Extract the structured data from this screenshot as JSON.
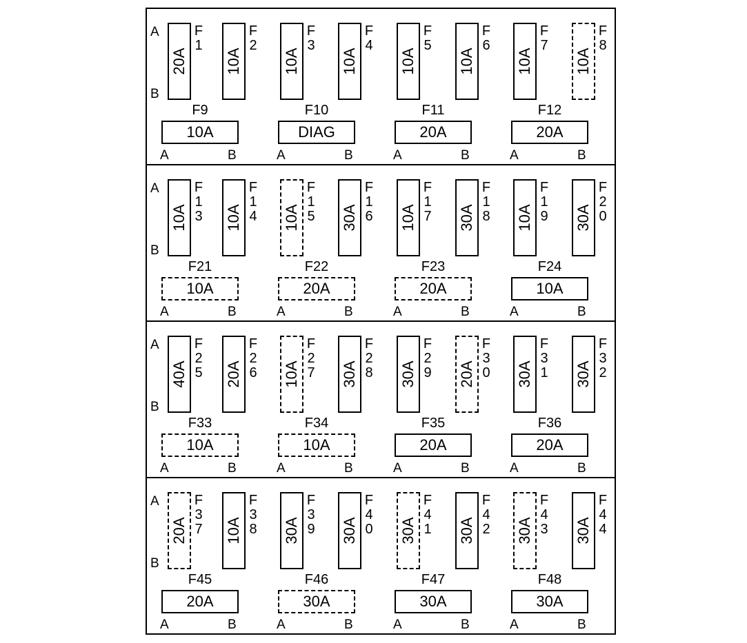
{
  "side_labels": {
    "top": "A",
    "bottom": "B"
  },
  "h_labels": {
    "left": "A",
    "right": "B"
  },
  "rows": [
    {
      "vertical": [
        {
          "id": "F1",
          "digits": [
            "F",
            "1"
          ],
          "rating": "20A",
          "style": "solid"
        },
        {
          "id": "F2",
          "digits": [
            "F",
            "2"
          ],
          "rating": "10A",
          "style": "solid"
        },
        {
          "id": "F3",
          "digits": [
            "F",
            "3"
          ],
          "rating": "10A",
          "style": "solid"
        },
        {
          "id": "F4",
          "digits": [
            "F",
            "4"
          ],
          "rating": "10A",
          "style": "solid"
        },
        {
          "id": "F5",
          "digits": [
            "F",
            "5"
          ],
          "rating": "10A",
          "style": "solid"
        },
        {
          "id": "F6",
          "digits": [
            "F",
            "6"
          ],
          "rating": "10A",
          "style": "solid"
        },
        {
          "id": "F7",
          "digits": [
            "F",
            "7"
          ],
          "rating": "10A",
          "style": "solid"
        },
        {
          "id": "F8",
          "digits": [
            "F",
            "8"
          ],
          "rating": "10A",
          "style": "dashed"
        }
      ],
      "horizontal": [
        {
          "id": "F9",
          "rating": "10A",
          "style": "solid"
        },
        {
          "id": "F10",
          "rating": "DIAG",
          "style": "solid"
        },
        {
          "id": "F11",
          "rating": "20A",
          "style": "solid"
        },
        {
          "id": "F12",
          "rating": "20A",
          "style": "solid"
        }
      ]
    },
    {
      "vertical": [
        {
          "id": "F13",
          "digits": [
            "F",
            "1",
            "3"
          ],
          "rating": "10A",
          "style": "solid"
        },
        {
          "id": "F14",
          "digits": [
            "F",
            "1",
            "4"
          ],
          "rating": "10A",
          "style": "solid"
        },
        {
          "id": "F15",
          "digits": [
            "F",
            "1",
            "5"
          ],
          "rating": "10A",
          "style": "dashed"
        },
        {
          "id": "F16",
          "digits": [
            "F",
            "1",
            "6"
          ],
          "rating": "30A",
          "style": "solid"
        },
        {
          "id": "F17",
          "digits": [
            "F",
            "1",
            "7"
          ],
          "rating": "10A",
          "style": "solid"
        },
        {
          "id": "F18",
          "digits": [
            "F",
            "1",
            "8"
          ],
          "rating": "30A",
          "style": "solid"
        },
        {
          "id": "F19",
          "digits": [
            "F",
            "1",
            "9"
          ],
          "rating": "10A",
          "style": "solid"
        },
        {
          "id": "F20",
          "digits": [
            "F",
            "2",
            "0"
          ],
          "rating": "30A",
          "style": "solid"
        }
      ],
      "horizontal": [
        {
          "id": "F21",
          "rating": "10A",
          "style": "dashed"
        },
        {
          "id": "F22",
          "rating": "20A",
          "style": "dashed"
        },
        {
          "id": "F23",
          "rating": "20A",
          "style": "dashed"
        },
        {
          "id": "F24",
          "rating": "10A",
          "style": "solid"
        }
      ]
    },
    {
      "vertical": [
        {
          "id": "F25",
          "digits": [
            "F",
            "2",
            "5"
          ],
          "rating": "40A",
          "style": "solid"
        },
        {
          "id": "F26",
          "digits": [
            "F",
            "2",
            "6"
          ],
          "rating": "20A",
          "style": "solid"
        },
        {
          "id": "F27",
          "digits": [
            "F",
            "2",
            "7"
          ],
          "rating": "10A",
          "style": "dashed"
        },
        {
          "id": "F28",
          "digits": [
            "F",
            "2",
            "8"
          ],
          "rating": "30A",
          "style": "solid"
        },
        {
          "id": "F29",
          "digits": [
            "F",
            "2",
            "9"
          ],
          "rating": "30A",
          "style": "solid"
        },
        {
          "id": "F30",
          "digits": [
            "F",
            "3",
            "0"
          ],
          "rating": "20A",
          "style": "dashed"
        },
        {
          "id": "F31",
          "digits": [
            "F",
            "3",
            "1"
          ],
          "rating": "30A",
          "style": "solid"
        },
        {
          "id": "F32",
          "digits": [
            "F",
            "3",
            "2"
          ],
          "rating": "30A",
          "style": "solid"
        }
      ],
      "horizontal": [
        {
          "id": "F33",
          "rating": "10A",
          "style": "dashed"
        },
        {
          "id": "F34",
          "rating": "10A",
          "style": "dashed"
        },
        {
          "id": "F35",
          "rating": "20A",
          "style": "solid"
        },
        {
          "id": "F36",
          "rating": "20A",
          "style": "solid"
        }
      ]
    },
    {
      "vertical": [
        {
          "id": "F37",
          "digits": [
            "F",
            "3",
            "7"
          ],
          "rating": "20A",
          "style": "dashed"
        },
        {
          "id": "F38",
          "digits": [
            "F",
            "3",
            "8"
          ],
          "rating": "10A",
          "style": "solid"
        },
        {
          "id": "F39",
          "digits": [
            "F",
            "3",
            "9"
          ],
          "rating": "30A",
          "style": "solid"
        },
        {
          "id": "F40",
          "digits": [
            "F",
            "4",
            "0"
          ],
          "rating": "30A",
          "style": "solid"
        },
        {
          "id": "F41",
          "digits": [
            "F",
            "4",
            "1"
          ],
          "rating": "30A",
          "style": "dashed"
        },
        {
          "id": "F42",
          "digits": [
            "F",
            "4",
            "2"
          ],
          "rating": "30A",
          "style": "solid"
        },
        {
          "id": "F43",
          "digits": [
            "F",
            "4",
            "3"
          ],
          "rating": "30A",
          "style": "dashed"
        },
        {
          "id": "F44",
          "digits": [
            "F",
            "4",
            "4"
          ],
          "rating": "30A",
          "style": "solid"
        }
      ],
      "horizontal": [
        {
          "id": "F45",
          "rating": "20A",
          "style": "solid"
        },
        {
          "id": "F46",
          "rating": "30A",
          "style": "dashed"
        },
        {
          "id": "F47",
          "rating": "30A",
          "style": "solid"
        },
        {
          "id": "F48",
          "rating": "30A",
          "style": "solid"
        }
      ]
    }
  ]
}
